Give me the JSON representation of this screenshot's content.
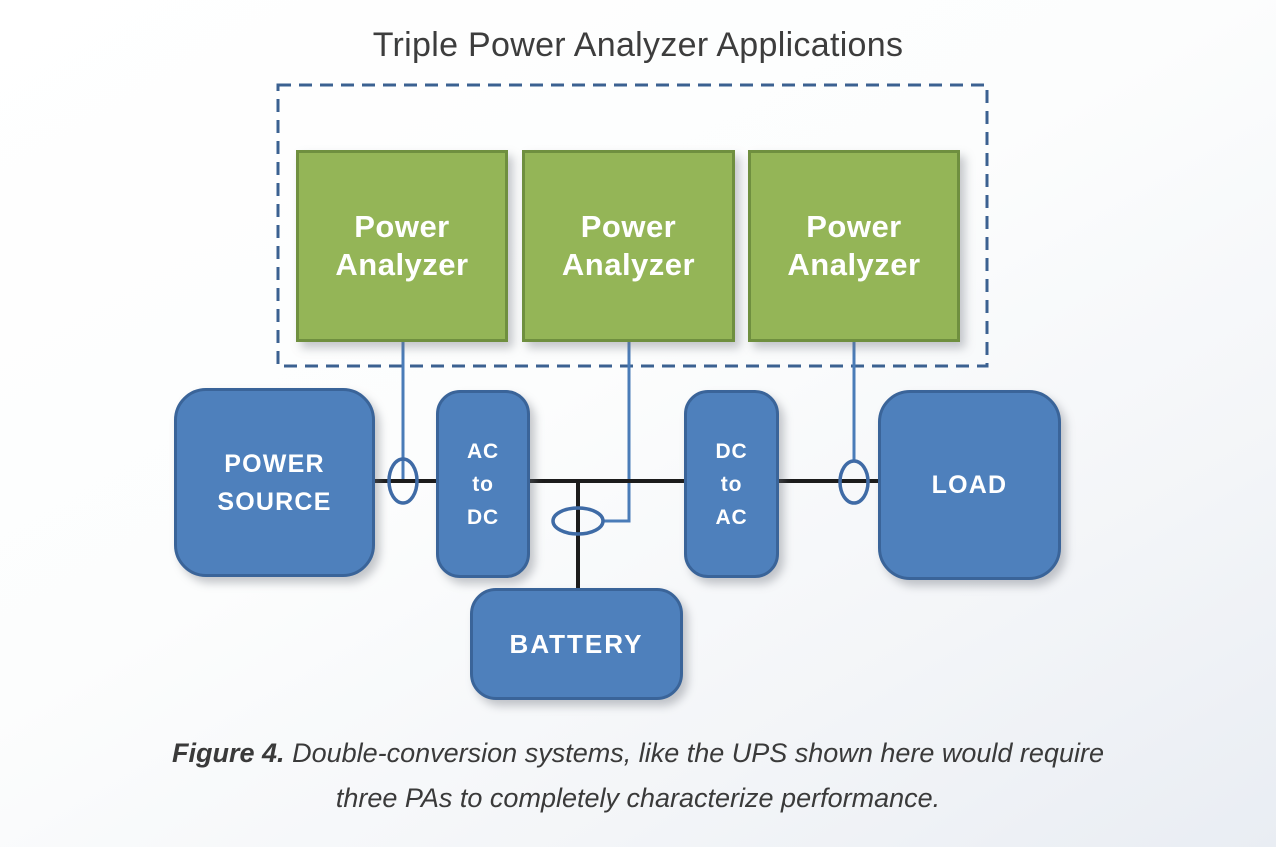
{
  "title": "Triple Power Analyzer Applications",
  "analyzer_group": {
    "analyzers": [
      {
        "line1": "Power",
        "line2": "Analyzer"
      },
      {
        "line1": "Power",
        "line2": "Analyzer"
      },
      {
        "line1": "Power",
        "line2": "Analyzer"
      }
    ]
  },
  "blocks": {
    "power_source": {
      "line1": "POWER",
      "line2": "SOURCE"
    },
    "ac_to_dc": {
      "line1": "AC",
      "line2": "to",
      "line3": "DC"
    },
    "dc_to_ac": {
      "line1": "DC",
      "line2": "to",
      "line3": "AC"
    },
    "load": {
      "label": "LOAD"
    },
    "battery": {
      "label": "BATTERY"
    }
  },
  "caption": {
    "figure_label": "Figure 4.",
    "line1": "Double-conversion systems, like the UPS shown here would require",
    "line2": "three PAs to completely characterize performance."
  },
  "colors": {
    "analyzer_fill": "#94b557",
    "analyzer_border": "#6f8f3f",
    "block_fill": "#4e80bc",
    "block_border": "#3a6499",
    "dashed_border": "#3b6191",
    "connector_blue": "#4a7cb8",
    "connector_black": "#1c1c1c",
    "probe_stroke": "#3f6ba6",
    "title_text": "#3d3d3d",
    "caption_text": "#3a3a3a",
    "box_text": "#ffffff"
  }
}
